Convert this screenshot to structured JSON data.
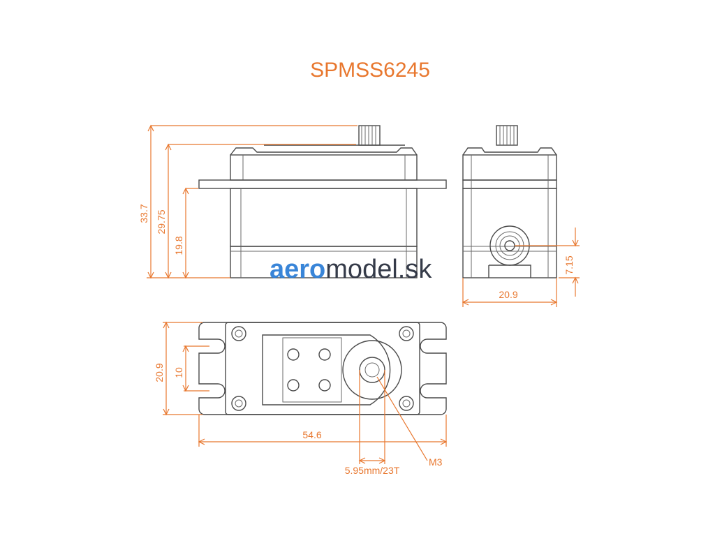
{
  "title": "SPMSS6245",
  "dimensions": {
    "overall_height": "33.7",
    "case_height": "29.75",
    "mount_height": "19.8",
    "width_side": "20.9",
    "output_offset": "7.15",
    "width_bottom": "20.9",
    "mount_spacing": "10",
    "length": "54.6",
    "spline": "5.95mm/23T",
    "screw": "M3"
  },
  "watermark": {
    "prefix": "aero",
    "middle": "model",
    "suffix": ".sk"
  },
  "colors": {
    "accent": "#e8772e",
    "outline": "#4a4a4a",
    "watermark_blue": "#2f7fd6",
    "watermark_dark": "#2b3140"
  }
}
